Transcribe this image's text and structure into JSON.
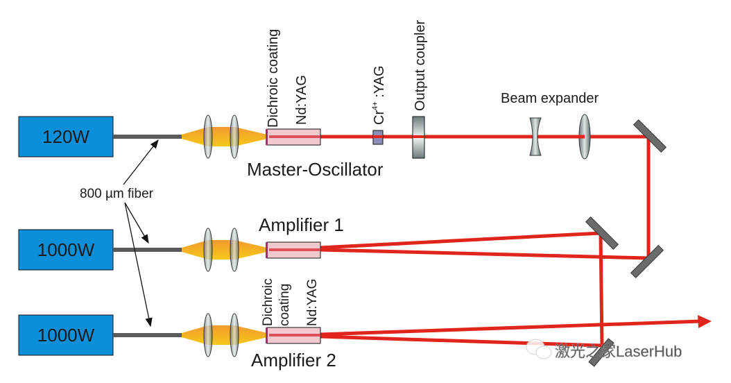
{
  "sources": [
    {
      "label": "120W"
    },
    {
      "label": "1000W"
    },
    {
      "label": "1000W"
    }
  ],
  "fiber_label": "800 µm fiber",
  "oscillator": {
    "title": "Master-Oscillator",
    "dichroic": "Dichroic coating",
    "crystal": "Nd:YAG",
    "saturable_absorber": "Cr",
    "sa_superscript": "4+",
    "sa_suffix": " :YAG",
    "output_coupler": "Output coupler"
  },
  "beam_expander": "Beam expander",
  "amplifier1": {
    "title": "Amplifier 1"
  },
  "amplifier2": {
    "title": "Amplifier 2",
    "dichroic_line1": "Dichroic",
    "dichroic_line2": "coating",
    "crystal": "Nd:YAG"
  },
  "watermark": "激光之家LaserHub",
  "colors": {
    "box": "#0a8fd8",
    "beam": "#e0261c",
    "fiber": "#5a5a5a",
    "pump": "#f0a020",
    "mirror": "#6b6b6b"
  }
}
